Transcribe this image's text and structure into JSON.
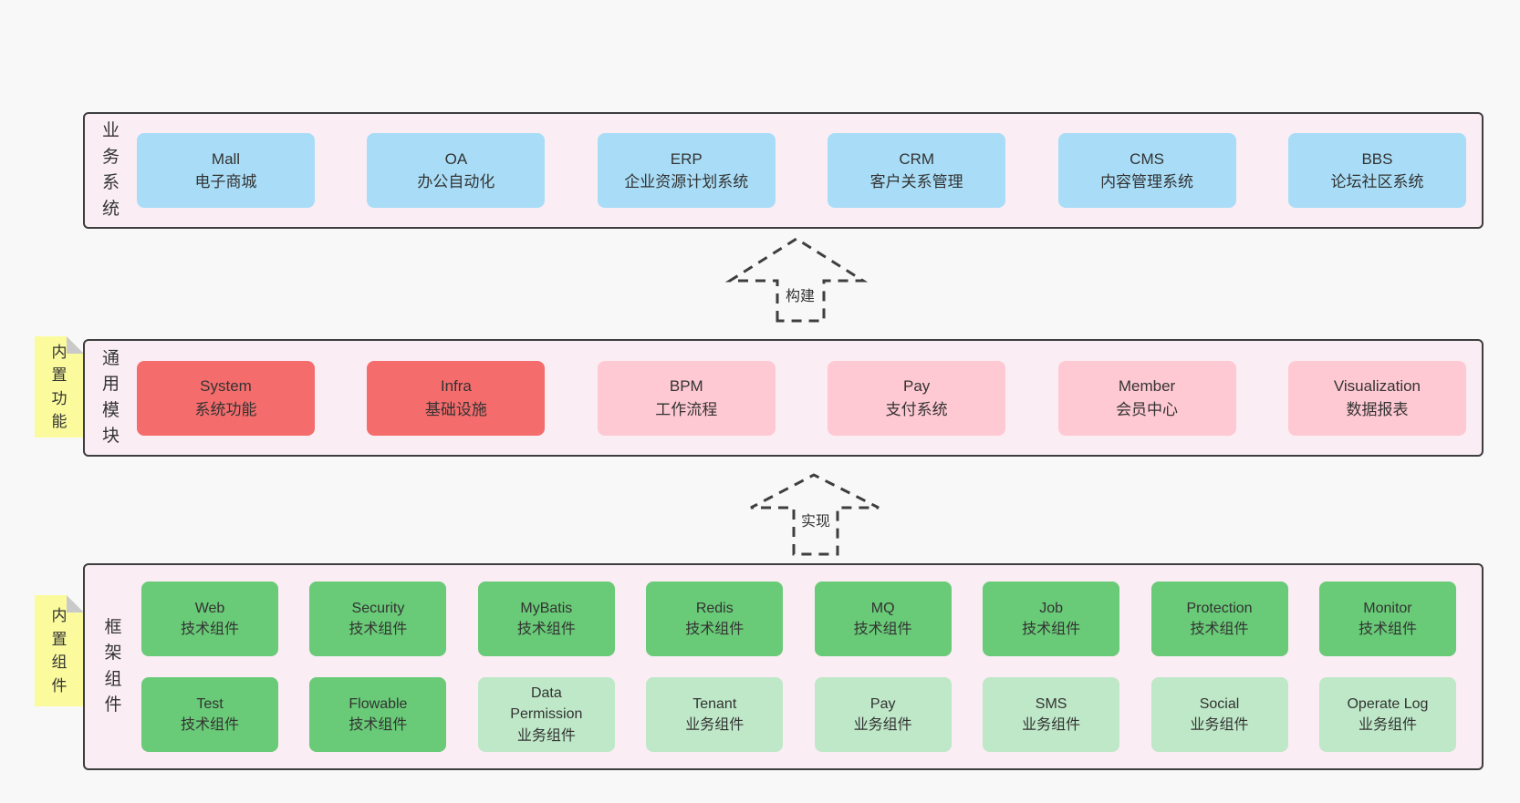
{
  "colors": {
    "page_bg": "#f8f8f8",
    "layer_bg": "#faedf4",
    "layer_border": "#3e3e3e",
    "blue_box": "#a9ddf7",
    "red_box": "#f56c6c",
    "pink_box": "#ffc9d3",
    "green_box": "#69ca77",
    "light_green_box": "#bee8c8",
    "sticky_bg": "#fbfb9e",
    "sticky_fold": "#c9c9c9",
    "text": "#333333"
  },
  "layers": {
    "business": {
      "label": "业务系统",
      "boxes": [
        {
          "name": "Mall",
          "desc": "电子商城",
          "type": "blue"
        },
        {
          "name": "OA",
          "desc": "办公自动化",
          "type": "blue"
        },
        {
          "name": "ERP",
          "desc": "企业资源计划系统",
          "type": "blue"
        },
        {
          "name": "CRM",
          "desc": "客户关系管理",
          "type": "blue"
        },
        {
          "name": "CMS",
          "desc": "内容管理系统",
          "type": "blue"
        },
        {
          "name": "BBS",
          "desc": "论坛社区系统",
          "type": "blue"
        }
      ]
    },
    "modules": {
      "label": "通用模块",
      "sticky": "内置功能",
      "boxes": [
        {
          "name": "System",
          "desc": "系统功能",
          "type": "red"
        },
        {
          "name": "Infra",
          "desc": "基础设施",
          "type": "red"
        },
        {
          "name": "BPM",
          "desc": "工作流程",
          "type": "pink"
        },
        {
          "name": "Pay",
          "desc": "支付系统",
          "type": "pink"
        },
        {
          "name": "Member",
          "desc": "会员中心",
          "type": "pink"
        },
        {
          "name": "Visualization",
          "desc": "数据报表",
          "type": "pink"
        }
      ]
    },
    "components": {
      "label": "框架组件",
      "sticky": "内置组件",
      "row1": [
        {
          "name": "Web",
          "desc": "技术组件",
          "type": "green"
        },
        {
          "name": "Security",
          "desc": "技术组件",
          "type": "green"
        },
        {
          "name": "MyBatis",
          "desc": "技术组件",
          "type": "green"
        },
        {
          "name": "Redis",
          "desc": "技术组件",
          "type": "green"
        },
        {
          "name": "MQ",
          "desc": "技术组件",
          "type": "green"
        },
        {
          "name": "Job",
          "desc": "技术组件",
          "type": "green"
        },
        {
          "name": "Protection",
          "desc": "技术组件",
          "type": "green"
        },
        {
          "name": "Monitor",
          "desc": "技术组件",
          "type": "green"
        }
      ],
      "row2": [
        {
          "name": "Test",
          "desc": "技术组件",
          "type": "green"
        },
        {
          "name": "Flowable",
          "desc": "技术组件",
          "type": "green"
        },
        {
          "name": "Data\nPermission",
          "desc": "业务组件",
          "type": "lightgreen"
        },
        {
          "name": "Tenant",
          "desc": "业务组件",
          "type": "lightgreen"
        },
        {
          "name": "Pay",
          "desc": "业务组件",
          "type": "lightgreen"
        },
        {
          "name": "SMS",
          "desc": "业务组件",
          "type": "lightgreen"
        },
        {
          "name": "Social",
          "desc": "业务组件",
          "type": "lightgreen"
        },
        {
          "name": "Operate Log",
          "desc": "业务组件",
          "type": "lightgreen"
        }
      ]
    }
  },
  "arrows": [
    {
      "label": "构建"
    },
    {
      "label": "实现"
    }
  ]
}
